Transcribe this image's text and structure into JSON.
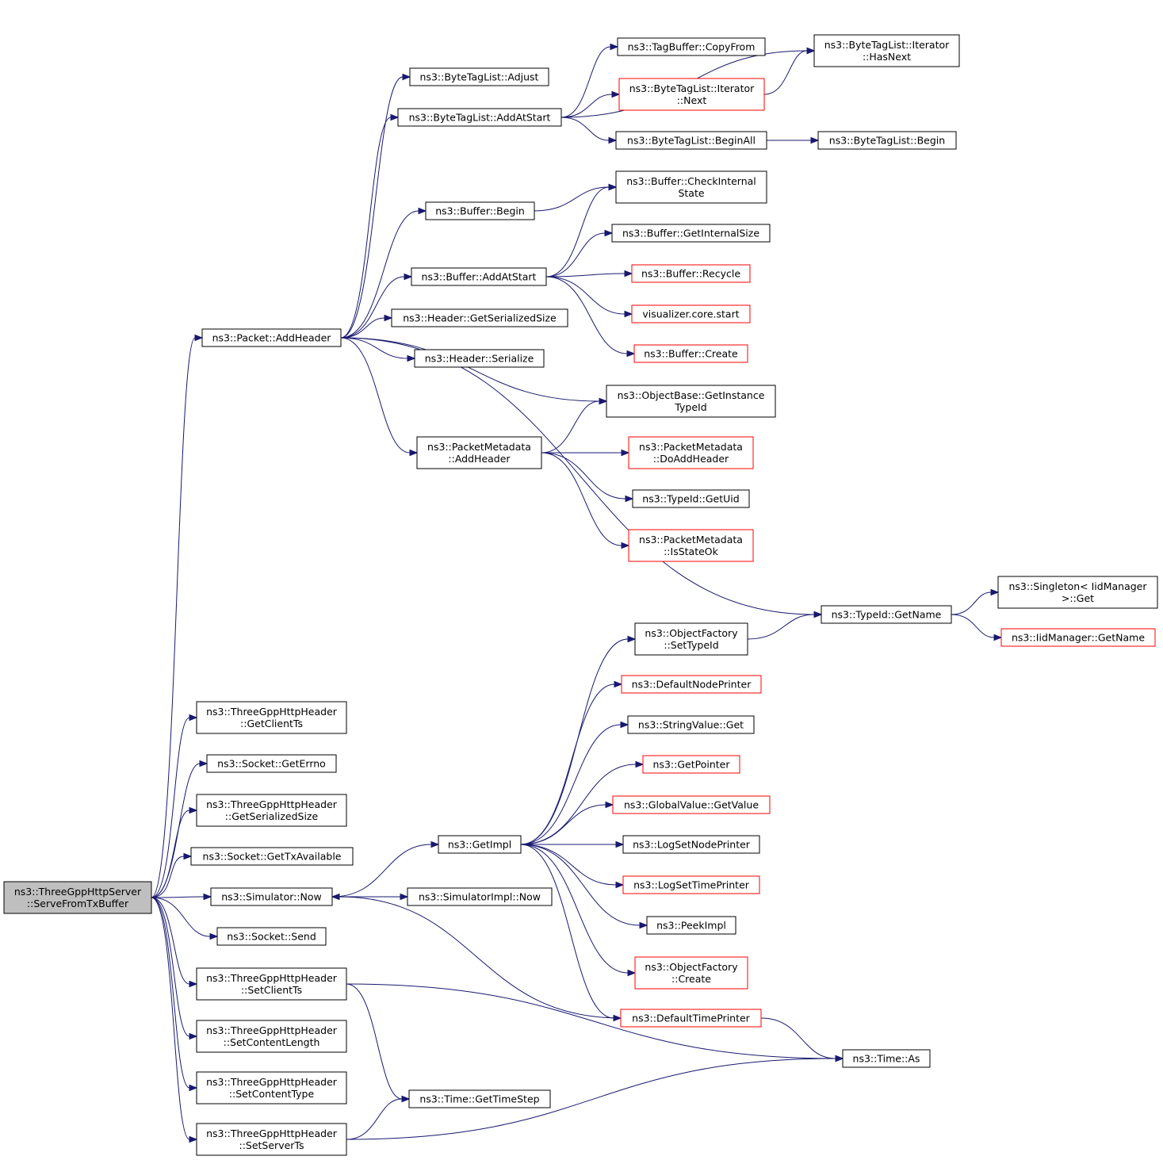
{
  "nodes": {
    "serve": [
      "ns3::ThreeGppHttpServer",
      "::ServeFromTxBuffer"
    ],
    "addHeader": [
      "ns3::Packet::AddHeader"
    ],
    "btlAdjust": [
      "ns3::ByteTagList::Adjust"
    ],
    "btlAddAtStart": [
      "ns3::ByteTagList::AddAtStart"
    ],
    "tagCopyFrom": [
      "ns3::TagBuffer::CopyFrom"
    ],
    "iterHasNext": [
      "ns3::ByteTagList::Iterator",
      "::HasNext"
    ],
    "iterNext": [
      "ns3::ByteTagList::Iterator",
      "::Next"
    ],
    "btlBeginAll": [
      "ns3::ByteTagList::BeginAll"
    ],
    "btlBegin": [
      "ns3::ByteTagList::Begin"
    ],
    "bufBegin": [
      "ns3::Buffer::Begin"
    ],
    "bufCheck": [
      "ns3::Buffer::CheckInternal",
      "State"
    ],
    "bufInternalSize": [
      "ns3::Buffer::GetInternalSize"
    ],
    "bufAddAtStart": [
      "ns3::Buffer::AddAtStart"
    ],
    "bufRecycle": [
      "ns3::Buffer::Recycle"
    ],
    "vizStart": [
      "visualizer.core.start"
    ],
    "bufCreate": [
      "ns3::Buffer::Create"
    ],
    "hdrSerSize": [
      "ns3::Header::GetSerializedSize"
    ],
    "hdrSerialize": [
      "ns3::Header::Serialize"
    ],
    "objInstTypeId": [
      "ns3::ObjectBase::GetInstance",
      "TypeId"
    ],
    "pmAddHeader": [
      "ns3::PacketMetadata",
      "::AddHeader"
    ],
    "pmDoAddHeader": [
      "ns3::PacketMetadata",
      "::DoAddHeader"
    ],
    "typeGetUid": [
      "ns3::TypeId::GetUid"
    ],
    "pmIsStateOk": [
      "ns3::PacketMetadata",
      "::IsStateOk"
    ],
    "typeGetName": [
      "ns3::TypeId::GetName"
    ],
    "singletonGet": [
      "ns3::Singleton< IidManager",
      ">::Get"
    ],
    "iidGetName": [
      "ns3::IidManager::GetName"
    ],
    "ofSetTypeId": [
      "ns3::ObjectFactory",
      "::SetTypeId"
    ],
    "defNodePrinter": [
      "ns3::DefaultNodePrinter"
    ],
    "strValGet": [
      "ns3::StringValue::Get"
    ],
    "getPointer": [
      "ns3::GetPointer"
    ],
    "gvGetValue": [
      "ns3::GlobalValue::GetValue"
    ],
    "logSetNode": [
      "ns3::LogSetNodePrinter"
    ],
    "logSetTime": [
      "ns3::LogSetTimePrinter"
    ],
    "peekImpl": [
      "ns3::PeekImpl"
    ],
    "ofCreate": [
      "ns3::ObjectFactory",
      "::Create"
    ],
    "defTimePrinter": [
      "ns3::DefaultTimePrinter"
    ],
    "getImpl": [
      "ns3::GetImpl"
    ],
    "hdrGetClientTs": [
      "ns3::ThreeGppHttpHeader",
      "::GetClientTs"
    ],
    "sockGetErrno": [
      "ns3::Socket::GetErrno"
    ],
    "hdrGetSerSize": [
      "ns3::ThreeGppHttpHeader",
      "::GetSerializedSize"
    ],
    "sockGetTxAvail": [
      "ns3::Socket::GetTxAvailable"
    ],
    "simNow": [
      "ns3::Simulator::Now"
    ],
    "simImplNow": [
      "ns3::SimulatorImpl::Now"
    ],
    "sockSend": [
      "ns3::Socket::Send"
    ],
    "hdrSetClientTs": [
      "ns3::ThreeGppHttpHeader",
      "::SetClientTs"
    ],
    "hdrSetContentLength": [
      "ns3::ThreeGppHttpHeader",
      "::SetContentLength"
    ],
    "hdrSetContentType": [
      "ns3::ThreeGppHttpHeader",
      "::SetContentType"
    ],
    "hdrSetServerTs": [
      "ns3::ThreeGppHttpHeader",
      "::SetServerTs"
    ],
    "timeGetTimeStep": [
      "ns3::Time::GetTimeStep"
    ],
    "timeAs": [
      "ns3::Time::As"
    ]
  },
  "edges": [
    [
      "serve",
      "addHeader"
    ],
    [
      "serve",
      "hdrGetClientTs"
    ],
    [
      "serve",
      "sockGetErrno"
    ],
    [
      "serve",
      "hdrGetSerSize"
    ],
    [
      "serve",
      "sockGetTxAvail"
    ],
    [
      "serve",
      "simNow"
    ],
    [
      "serve",
      "sockSend"
    ],
    [
      "serve",
      "hdrSetClientTs"
    ],
    [
      "serve",
      "hdrSetContentLength"
    ],
    [
      "serve",
      "hdrSetContentType"
    ],
    [
      "serve",
      "hdrSetServerTs"
    ],
    [
      "addHeader",
      "btlAdjust"
    ],
    [
      "addHeader",
      "btlAddAtStart"
    ],
    [
      "addHeader",
      "bufBegin"
    ],
    [
      "addHeader",
      "bufAddAtStart"
    ],
    [
      "addHeader",
      "hdrSerSize"
    ],
    [
      "addHeader",
      "hdrSerialize"
    ],
    [
      "addHeader",
      "objInstTypeId"
    ],
    [
      "addHeader",
      "pmAddHeader"
    ],
    [
      "addHeader",
      "typeGetName"
    ],
    [
      "btlAddAtStart",
      "tagCopyFrom"
    ],
    [
      "btlAddAtStart",
      "iterHasNext"
    ],
    [
      "btlAddAtStart",
      "iterNext"
    ],
    [
      "btlAddAtStart",
      "btlBeginAll"
    ],
    [
      "iterNext",
      "iterHasNext"
    ],
    [
      "btlBeginAll",
      "btlBegin"
    ],
    [
      "bufBegin",
      "bufCheck"
    ],
    [
      "bufAddAtStart",
      "bufCheck"
    ],
    [
      "bufAddAtStart",
      "bufInternalSize"
    ],
    [
      "bufAddAtStart",
      "bufRecycle"
    ],
    [
      "bufAddAtStart",
      "vizStart"
    ],
    [
      "bufAddAtStart",
      "bufCreate"
    ],
    [
      "pmAddHeader",
      "objInstTypeId"
    ],
    [
      "pmAddHeader",
      "pmDoAddHeader"
    ],
    [
      "pmAddHeader",
      "typeGetUid"
    ],
    [
      "pmAddHeader",
      "pmIsStateOk"
    ],
    [
      "typeGetName",
      "singletonGet"
    ],
    [
      "typeGetName",
      "iidGetName"
    ],
    [
      "ofSetTypeId",
      "typeGetName"
    ],
    [
      "simNow",
      "getImpl"
    ],
    [
      "simNow",
      "simImplNow"
    ],
    [
      "getImpl",
      "ofSetTypeId"
    ],
    [
      "getImpl",
      "defNodePrinter"
    ],
    [
      "getImpl",
      "strValGet"
    ],
    [
      "getImpl",
      "getPointer"
    ],
    [
      "getImpl",
      "gvGetValue"
    ],
    [
      "getImpl",
      "logSetNode"
    ],
    [
      "getImpl",
      "logSetTime"
    ],
    [
      "getImpl",
      "peekImpl"
    ],
    [
      "getImpl",
      "ofCreate"
    ],
    [
      "getImpl",
      "defTimePrinter"
    ],
    [
      "defTimePrinter",
      "simNow"
    ],
    [
      "defTimePrinter",
      "timeAs"
    ],
    [
      "hdrSetClientTs",
      "timeAs"
    ],
    [
      "hdrSetClientTs",
      "timeGetTimeStep"
    ],
    [
      "hdrSetServerTs",
      "timeAs"
    ],
    [
      "hdrSetServerTs",
      "timeGetTimeStep"
    ]
  ]
}
